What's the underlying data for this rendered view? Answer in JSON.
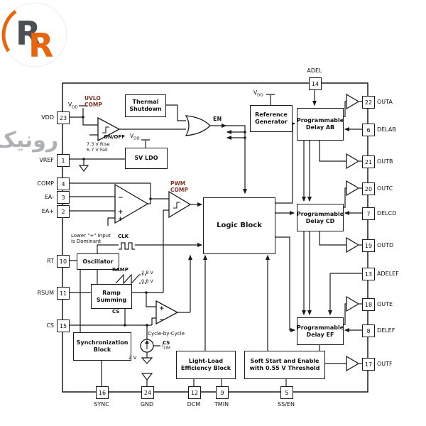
{
  "brand": {
    "logo_r1": "R",
    "logo_r2": "R",
    "watermark": "رونیک"
  },
  "labels": {
    "v": "V",
    "v_sub": "DD",
    "uvlo": "UVLO\nCOMP",
    "pwm": "PWM\nCOMP",
    "on_off": "ON/OFF",
    "en": "EN",
    "rise": "7.3 V Rise",
    "fall": "6.7 V Fall",
    "clk": "CLK",
    "ramp": "RAMP",
    "v28": "2.8 V",
    "v08": "0.8 V",
    "lower_note": "Lower \"+\" Input\nis Dominant",
    "cs": "CS",
    "v2": "2 V",
    "cycle1": "Cycle-by-Cycle",
    "cycle_i": "I",
    "cycle_sub": "LIM",
    "plus": "+",
    "minus": "−"
  },
  "blocks": {
    "thermal": "Thermal\nShutdown",
    "ldo": "5V LDO",
    "refgen": "Reference\nGenerator",
    "delay_ab": "Programmable\nDelay AB",
    "delay_cd": "Programmable\nDelay CD",
    "delay_ef": "Programmable\nDelay EF",
    "logic": "Logic Block",
    "oscillator": "Oscillator",
    "ramp_summing": "Ramp\nSumming",
    "sync": "Synchronization\nBlock",
    "lle": "Light-Load\nEfficiency Block",
    "soft": "Soft Start and Enable\nwith 0.55 V Threshold"
  },
  "pins": {
    "left": [
      {
        "num": "23",
        "label": "VDD"
      },
      {
        "num": "1",
        "label": "VREF"
      },
      {
        "num": "4",
        "label": "COMP"
      },
      {
        "num": "3",
        "label": "EA-"
      },
      {
        "num": "2",
        "label": "EA+"
      },
      {
        "num": "10",
        "label": "RT"
      },
      {
        "num": "11",
        "label": "RSUM"
      },
      {
        "num": "15",
        "label": "CS"
      }
    ],
    "bottom": [
      {
        "num": "16",
        "label": "SYNC"
      },
      {
        "num": "24",
        "label": "GND"
      },
      {
        "num": "12",
        "label": "DCM"
      },
      {
        "num": "9",
        "label": "TMIN"
      },
      {
        "num": "5",
        "label": "SS/EN"
      }
    ],
    "top": [
      {
        "num": "14",
        "label": "ADEL"
      }
    ],
    "right": [
      {
        "num": "22",
        "label": "OUTA"
      },
      {
        "num": "6",
        "label": "DELAB"
      },
      {
        "num": "21",
        "label": "OUTB"
      },
      {
        "num": "20",
        "label": "OUTC"
      },
      {
        "num": "7",
        "label": "DELCD"
      },
      {
        "num": "19",
        "label": "OUTD"
      },
      {
        "num": "13",
        "label": "ADELEF"
      },
      {
        "num": "18",
        "label": "OUTE"
      },
      {
        "num": "8",
        "label": "DELEF"
      },
      {
        "num": "17",
        "label": "OUTF"
      }
    ]
  }
}
